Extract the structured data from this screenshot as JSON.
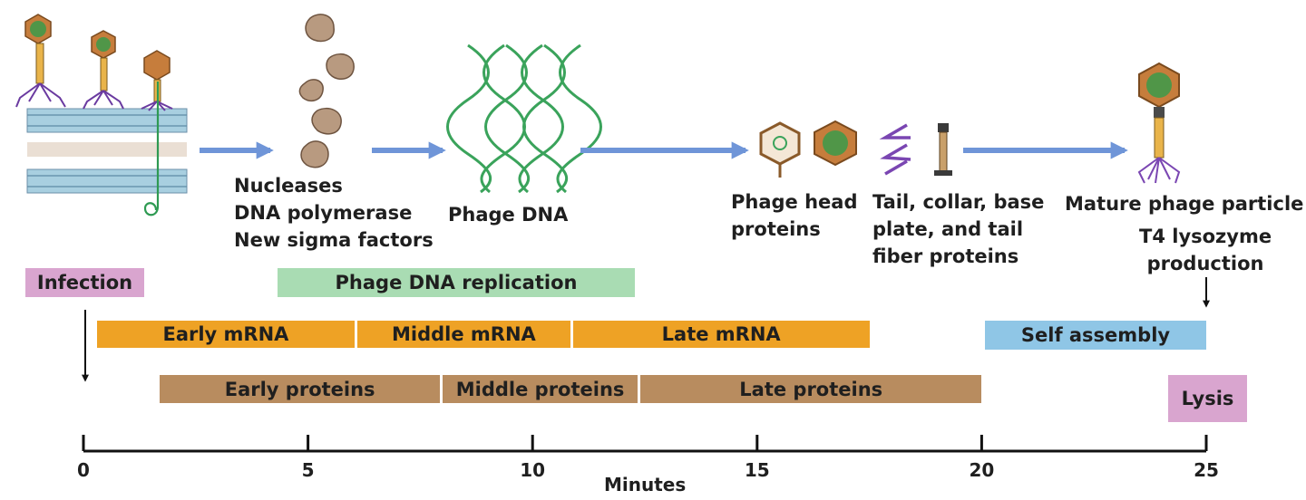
{
  "stage_labels": {
    "enzymes": "Nucleases\nDNA polymerase\nNew sigma factors",
    "phage_dna": "Phage DNA",
    "head_proteins": "Phage head\nproteins",
    "tail_proteins": "Tail, collar, base\nplate, and tail\nfiber proteins",
    "mature_particle": "Mature phage particle",
    "lysozyme": "T4 lysozyme\nproduction"
  },
  "events": {
    "infection": "Infection",
    "dna_replication": "Phage DNA replication",
    "self_assembly": "Self assembly",
    "lysis": "Lysis"
  },
  "mrna_bars": [
    {
      "label": "Early mRNA",
      "start": 0.3,
      "end": 6.1
    },
    {
      "label": "Middle mRNA",
      "start": 6.1,
      "end": 10.9
    },
    {
      "label": "Late mRNA",
      "start": 10.9,
      "end": 17.5
    }
  ],
  "protein_bars": [
    {
      "label": "Early proteins",
      "start": 1.7,
      "end": 8.0
    },
    {
      "label": "Middle proteins",
      "start": 8.0,
      "end": 12.4
    },
    {
      "label": "Late proteins",
      "start": 12.4,
      "end": 20.0
    }
  ],
  "timeline": {
    "ticks": [
      "0",
      "5",
      "10",
      "15",
      "20",
      "25"
    ],
    "axis_label": "Minutes",
    "min": 0,
    "max": 25
  },
  "colors": {
    "infection": "#d9a5cf",
    "replication": "#a9dcb3",
    "mrna": "#eea225",
    "protein": "#b88c5f",
    "assembly": "#8fc6e6",
    "lysis": "#d9a5cf",
    "arrow": "#6f95d8"
  },
  "icons": [
    "phage-on-membrane-icon",
    "enzyme-blobs-icon",
    "dna-helix-icon",
    "phage-head-icon",
    "tail-parts-icon",
    "mature-phage-icon"
  ]
}
